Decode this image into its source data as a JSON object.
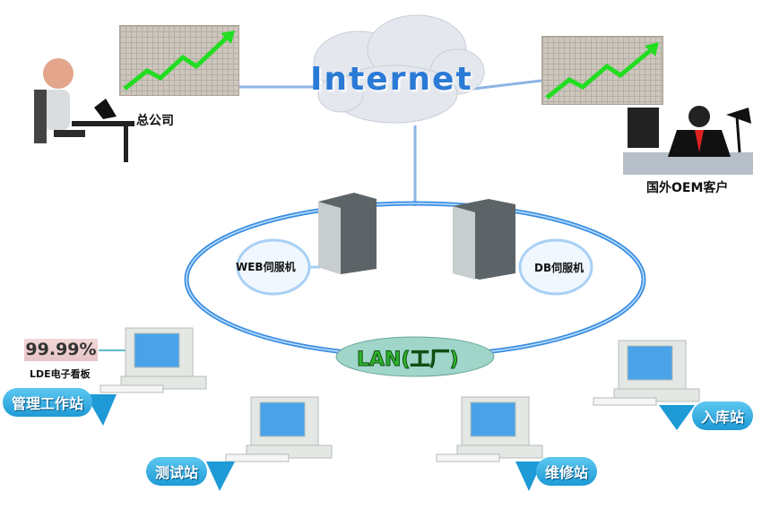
{
  "internet": {
    "label": "Internet"
  },
  "hq": {
    "label": "总公司"
  },
  "oem": {
    "label": "国外OEM客户"
  },
  "servers": [
    {
      "label": "WEB伺服机"
    },
    {
      "label": "DB伺服机"
    }
  ],
  "lan": {
    "label": "LAN(工厂)"
  },
  "board": {
    "value": "99.99%",
    "label": "LDE电子看板"
  },
  "stations": [
    {
      "label": "管理工作站"
    },
    {
      "label": "测试站"
    },
    {
      "label": "维修站"
    },
    {
      "label": "入库站"
    }
  ],
  "colors": {
    "link": "#8fb4e6",
    "ring": "#3a8ee0",
    "arrow": "#22dd22",
    "internet": "#2a7ad6",
    "lan_text": "#2bb52b"
  }
}
